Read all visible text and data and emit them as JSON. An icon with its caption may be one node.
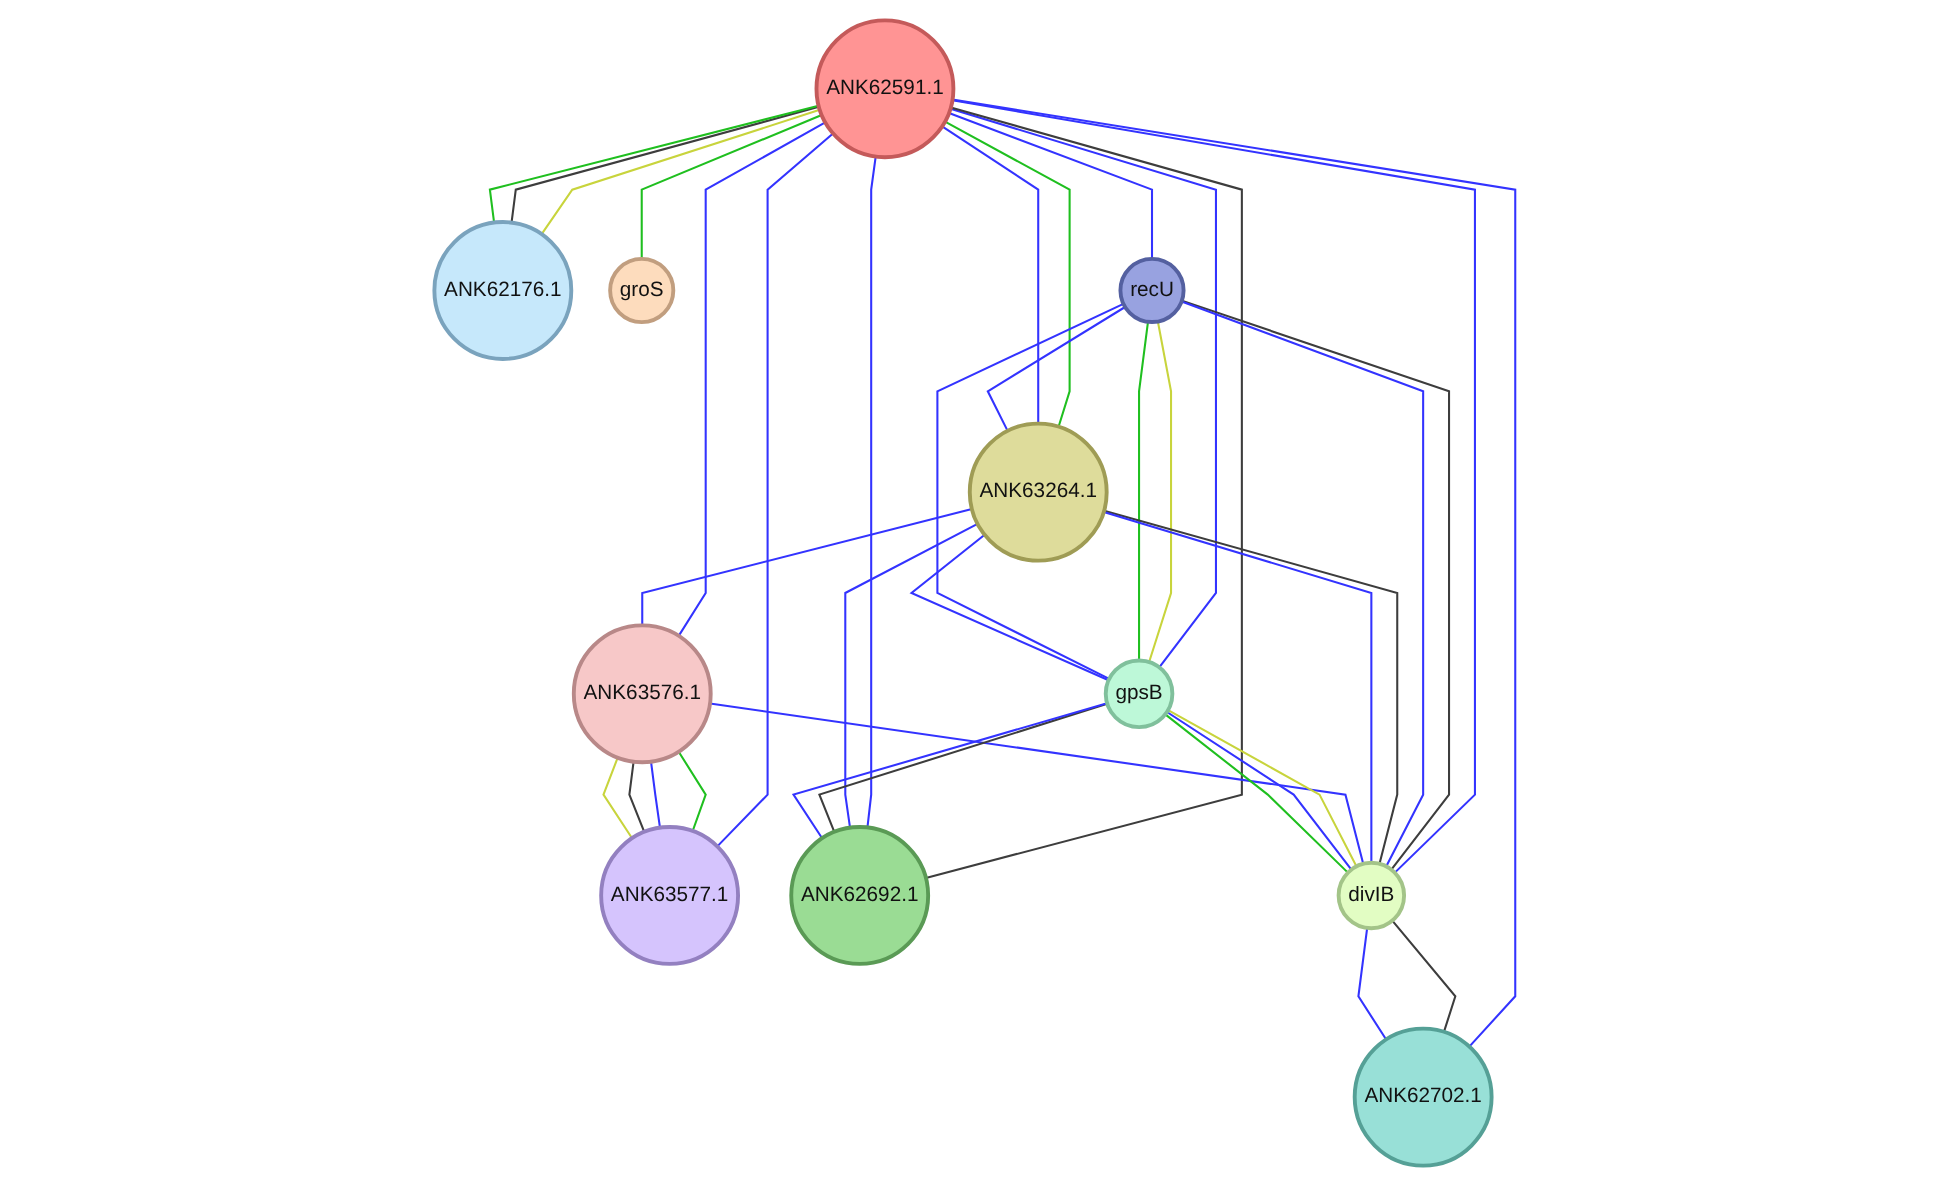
{
  "diagram": {
    "nodes": [
      {
        "text": [
          "ANK62176.1"
        ]
      },
      {
        "text": [
          "groS"
        ]
      },
      {
        "text": [
          "ANK62591.1"
        ]
      },
      {
        "text": [
          "ANK63577.1"
        ]
      },
      {
        "text": [
          "recU"
        ]
      },
      {
        "text": [
          "ANK63576.1"
        ]
      },
      {
        "text": [
          "ANK63264.1"
        ]
      },
      {
        "text": [
          "gpsB"
        ]
      },
      {
        "text": [
          "ANK62692.1"
        ]
      },
      {
        "text": [
          "divIB"
        ]
      },
      {
        "text": [
          "ANK62702.1"
        ]
      }
    ],
    "edges": [
      {
        "from": 2,
        "to": 0,
        "arrow": "none",
        "color": "#c8d43c"
      },
      {
        "from": 2,
        "to": 0,
        "arrow": "none",
        "color": "#3d3d3d"
      },
      {
        "from": 2,
        "to": 0,
        "arrow": "none",
        "color": "#1fbf1f"
      },
      {
        "from": 2,
        "to": 1,
        "arrow": "none",
        "color": "#1fbf1f"
      },
      {
        "from": 2,
        "to": 3,
        "arrow": "none"
      },
      {
        "from": 2,
        "to": 4,
        "arrow": "none"
      },
      {
        "from": 2,
        "to": 5,
        "arrow": "none"
      },
      {
        "from": 2,
        "to": 6,
        "arrow": "none",
        "color": "#1fbf1f"
      },
      {
        "from": 2,
        "to": 6,
        "arrow": "none"
      },
      {
        "from": 2,
        "to": 7,
        "arrow": "none"
      },
      {
        "from": 2,
        "to": 8,
        "arrow": "none",
        "color": "#3d3d3d"
      },
      {
        "from": 2,
        "to": 8,
        "arrow": "none"
      },
      {
        "from": 2,
        "to": 9,
        "arrow": "none"
      },
      {
        "from": 2,
        "to": 10,
        "arrow": "none"
      },
      {
        "from": 4,
        "to": 7,
        "arrow": "none",
        "color": "#c8d43c"
      },
      {
        "from": 4,
        "to": 7,
        "arrow": "none",
        "color": "#1fbf1f"
      },
      {
        "from": 4,
        "to": 7,
        "arrow": "none"
      },
      {
        "from": 4,
        "to": 6,
        "arrow": "none"
      },
      {
        "from": 4,
        "to": 9,
        "arrow": "none",
        "color": "#3d3d3d"
      },
      {
        "from": 4,
        "to": 9,
        "arrow": "none"
      },
      {
        "from": 6,
        "to": 5,
        "arrow": "none"
      },
      {
        "from": 6,
        "to": 7,
        "arrow": "none"
      },
      {
        "from": 6,
        "to": 8,
        "arrow": "none"
      },
      {
        "from": 6,
        "to": 9,
        "arrow": "none",
        "color": "#3d3d3d"
      },
      {
        "from": 6,
        "to": 9,
        "arrow": "none"
      },
      {
        "from": 5,
        "to": 3,
        "arrow": "none",
        "color": "#1fbf1f"
      },
      {
        "from": 5,
        "to": 3,
        "arrow": "none"
      },
      {
        "from": 5,
        "to": 3,
        "arrow": "none",
        "color": "#3d3d3d"
      },
      {
        "from": 5,
        "to": 3,
        "arrow": "none",
        "color": "#c8d43c"
      },
      {
        "from": 5,
        "to": 9,
        "arrow": "none"
      },
      {
        "from": 7,
        "to": 8,
        "arrow": "none",
        "color": "#3d3d3d"
      },
      {
        "from": 7,
        "to": 8,
        "arrow": "none"
      },
      {
        "from": 7,
        "to": 9,
        "arrow": "none",
        "color": "#c8d43c"
      },
      {
        "from": 7,
        "to": 9,
        "arrow": "none"
      },
      {
        "from": 7,
        "to": 9,
        "arrow": "none",
        "color": "#1fbf1f"
      },
      {
        "from": 9,
        "to": 10,
        "arrow": "none",
        "color": "#3d3d3d"
      },
      {
        "from": 9,
        "to": 10,
        "arrow": "none"
      }
    ]
  }
}
